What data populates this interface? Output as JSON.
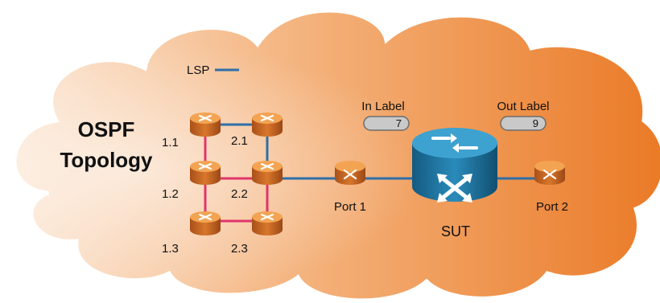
{
  "title_lines": [
    "OSPF",
    "Topology"
  ],
  "legend": {
    "label": "LSP",
    "color": "#2e6fa8"
  },
  "colors": {
    "cloud_light": "#fbe6d3",
    "cloud_dark": "#ea7a26",
    "router_top": "#f3a453",
    "router_body": "#c7621c",
    "ospf_link": "#e0356a",
    "lsp_link": "#2e6fa8",
    "sut_top": "#3da2cf",
    "sut_body": "#1b6e98"
  },
  "routers": [
    {
      "id": "r11",
      "label": "1.1",
      "icon": "router-icon"
    },
    {
      "id": "r21",
      "label": "2.1",
      "icon": "router-icon"
    },
    {
      "id": "r12",
      "label": "1.2",
      "icon": "router-icon"
    },
    {
      "id": "r22",
      "label": "2.2",
      "icon": "router-icon"
    },
    {
      "id": "r13",
      "label": "1.3",
      "icon": "router-icon"
    },
    {
      "id": "r23",
      "label": "2.3",
      "icon": "router-icon"
    }
  ],
  "ports": [
    {
      "id": "port1",
      "label": "Port 1",
      "icon": "switch-icon"
    },
    {
      "id": "port2",
      "label": "Port 2",
      "icon": "switch-icon"
    }
  ],
  "sut": {
    "label": "SUT",
    "icon": "sut-router-icon"
  },
  "in_label": {
    "title": "In Label",
    "value": "7"
  },
  "out_label": {
    "title": "Out Label",
    "value": "9"
  }
}
